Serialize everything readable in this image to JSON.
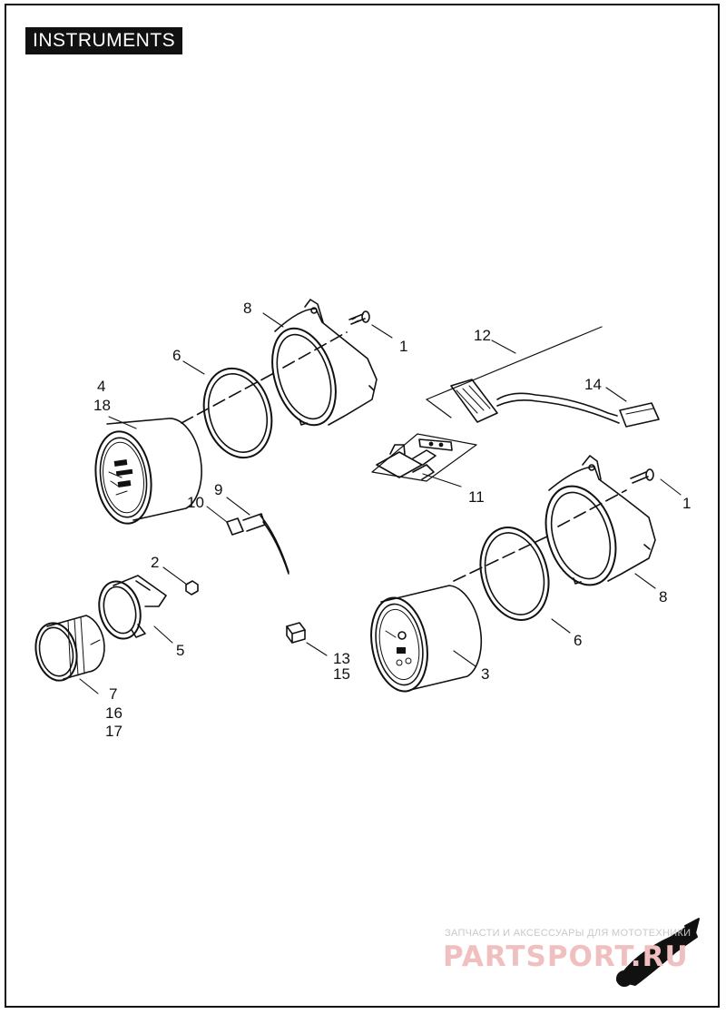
{
  "page": {
    "title": "INSTRUMENTS",
    "watermark_top": "ЗАПЧАСТИ И АКСЕССУАРЫ ДЛЯ МОТОТЕХНИКИ",
    "watermark_brand": "PARTSPORT.RU"
  },
  "callouts": {
    "c1a": "1",
    "c1b": "1",
    "c2": "2",
    "c3": "3",
    "c4": "4",
    "c18": "18",
    "c5": "5",
    "c6a": "6",
    "c6b": "6",
    "c7": "7",
    "c16": "16",
    "c17": "17",
    "c8a": "8",
    "c8b": "8",
    "c9": "9",
    "c10": "10",
    "c11": "11",
    "c12": "12",
    "c13": "13",
    "c15": "15",
    "c14": "14"
  },
  "colors": {
    "line": "#111111",
    "watermark": "#f0c0c0"
  }
}
